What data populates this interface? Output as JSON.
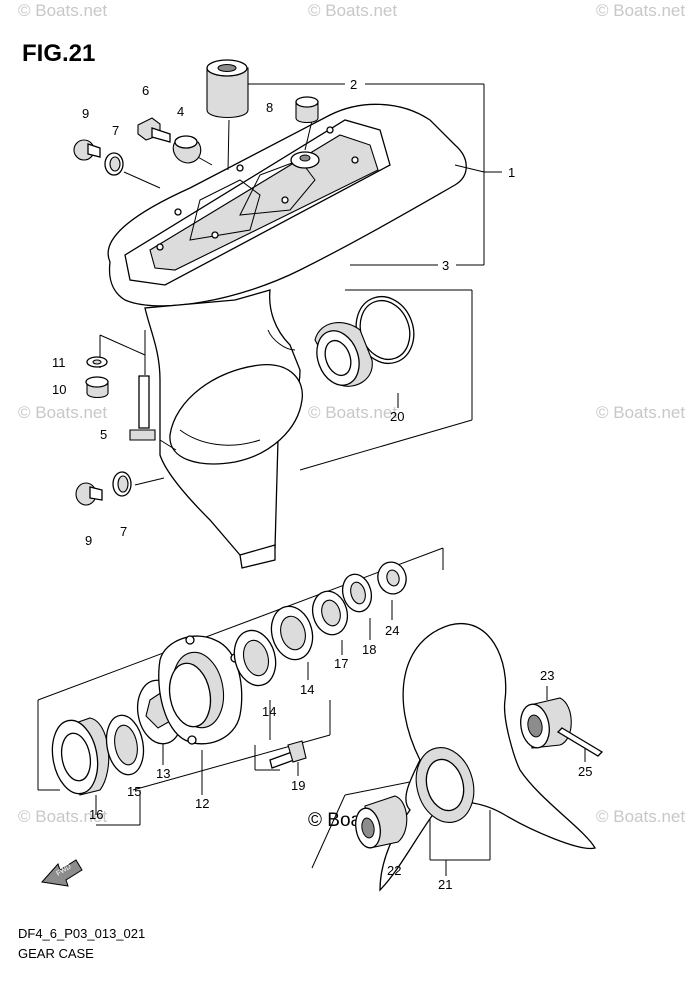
{
  "figure": {
    "title": "FIG.21",
    "code": "DF4_6_P03_013_021",
    "name": "GEAR CASE"
  },
  "watermark": {
    "text": "© Boats.net",
    "center_text": "© Boats.net",
    "color": "#c8c8c8"
  },
  "callouts": {
    "c1": "1",
    "c2": "2",
    "c3": "3",
    "c4": "4",
    "c5": "5",
    "c6": "6",
    "c7a": "7",
    "c7b": "7",
    "c8": "8",
    "c9a": "9",
    "c9b": "9",
    "c10": "10",
    "c11": "11",
    "c12": "12",
    "c13": "13",
    "c14a": "14",
    "c14b": "14",
    "c15": "15",
    "c16": "16",
    "c17": "17",
    "c18": "18",
    "c19": "19",
    "c20": "20",
    "c21": "21",
    "c22": "22",
    "c23": "23",
    "c24": "24",
    "c25": "25"
  },
  "fwd_arrow": {
    "label": "FWD"
  }
}
